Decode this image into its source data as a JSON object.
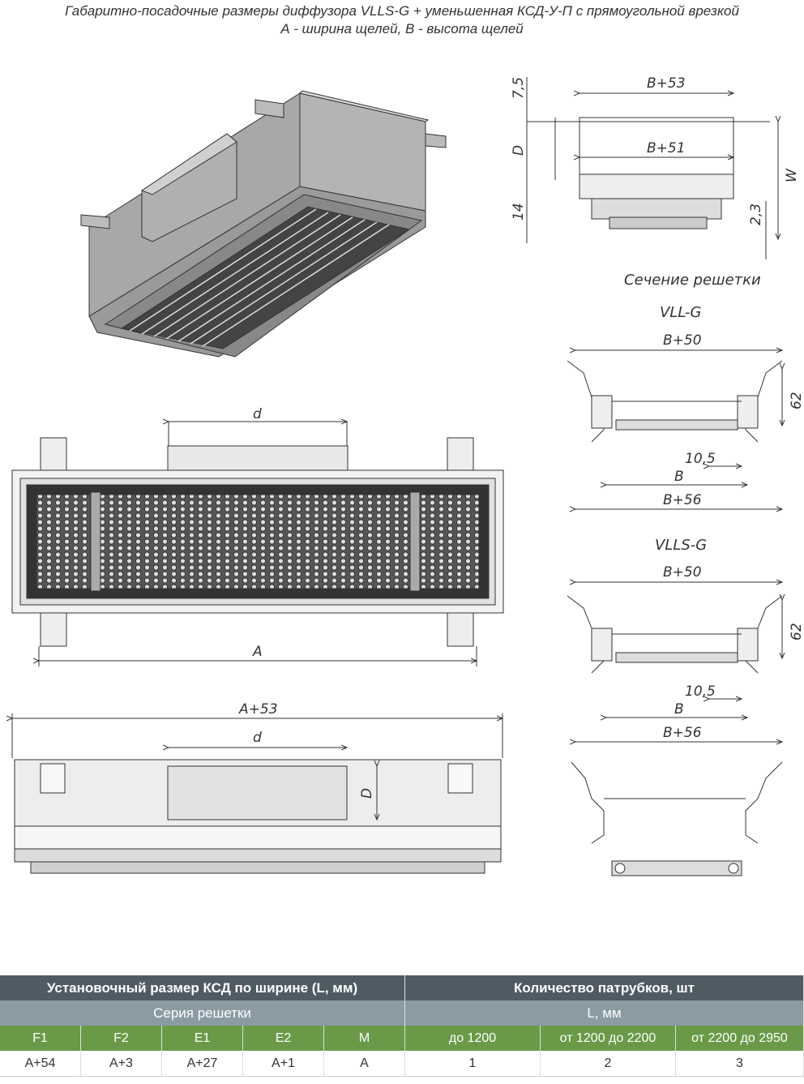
{
  "title": {
    "line1": "Габаритно-посадочные размеры диффузора VLLS-G + уменьшенная КСД-У-П с прямоугольной врезкой",
    "line2": "А - ширина щелей, В - высота щелей"
  },
  "section": {
    "caption": "Сечение решетки",
    "dims": {
      "top_width": "B+53",
      "inner_width": "B+51",
      "h1": "7,5",
      "h2": "D",
      "h3": "14",
      "h4": "2,3",
      "w": "W"
    }
  },
  "vll_g": {
    "name": "VLL-G",
    "top": "B+50",
    "side": "62",
    "gap": "10,5",
    "b": "B",
    "bottom": "B+56"
  },
  "vlls_g": {
    "name": "VLLS-G",
    "top": "B+50",
    "side": "62",
    "gap": "10,5",
    "b": "B",
    "bottom": "B+56"
  },
  "front": {
    "d_label": "d",
    "a_label": "A"
  },
  "plan": {
    "overall": "A+53",
    "d_label": "d",
    "d_height": "D"
  },
  "colors": {
    "header_dark": "#4e5b63",
    "header_mid": "#8a9ba3",
    "header_green": "#6a9a48"
  },
  "table": {
    "header1": [
      "Установочный размер КСД по ширине (L, мм)",
      "Количество патрубков, шт"
    ],
    "header2": [
      "Серия решетки",
      "L, мм"
    ],
    "header3": [
      "F1",
      "F2",
      "E1",
      "E2",
      "M",
      "до 1200",
      "от 1200 до 2200",
      "от 2200 до 2950"
    ],
    "row": [
      "A+54",
      "A+3",
      "A+27",
      "A+1",
      "A",
      "1",
      "2",
      "3"
    ]
  }
}
